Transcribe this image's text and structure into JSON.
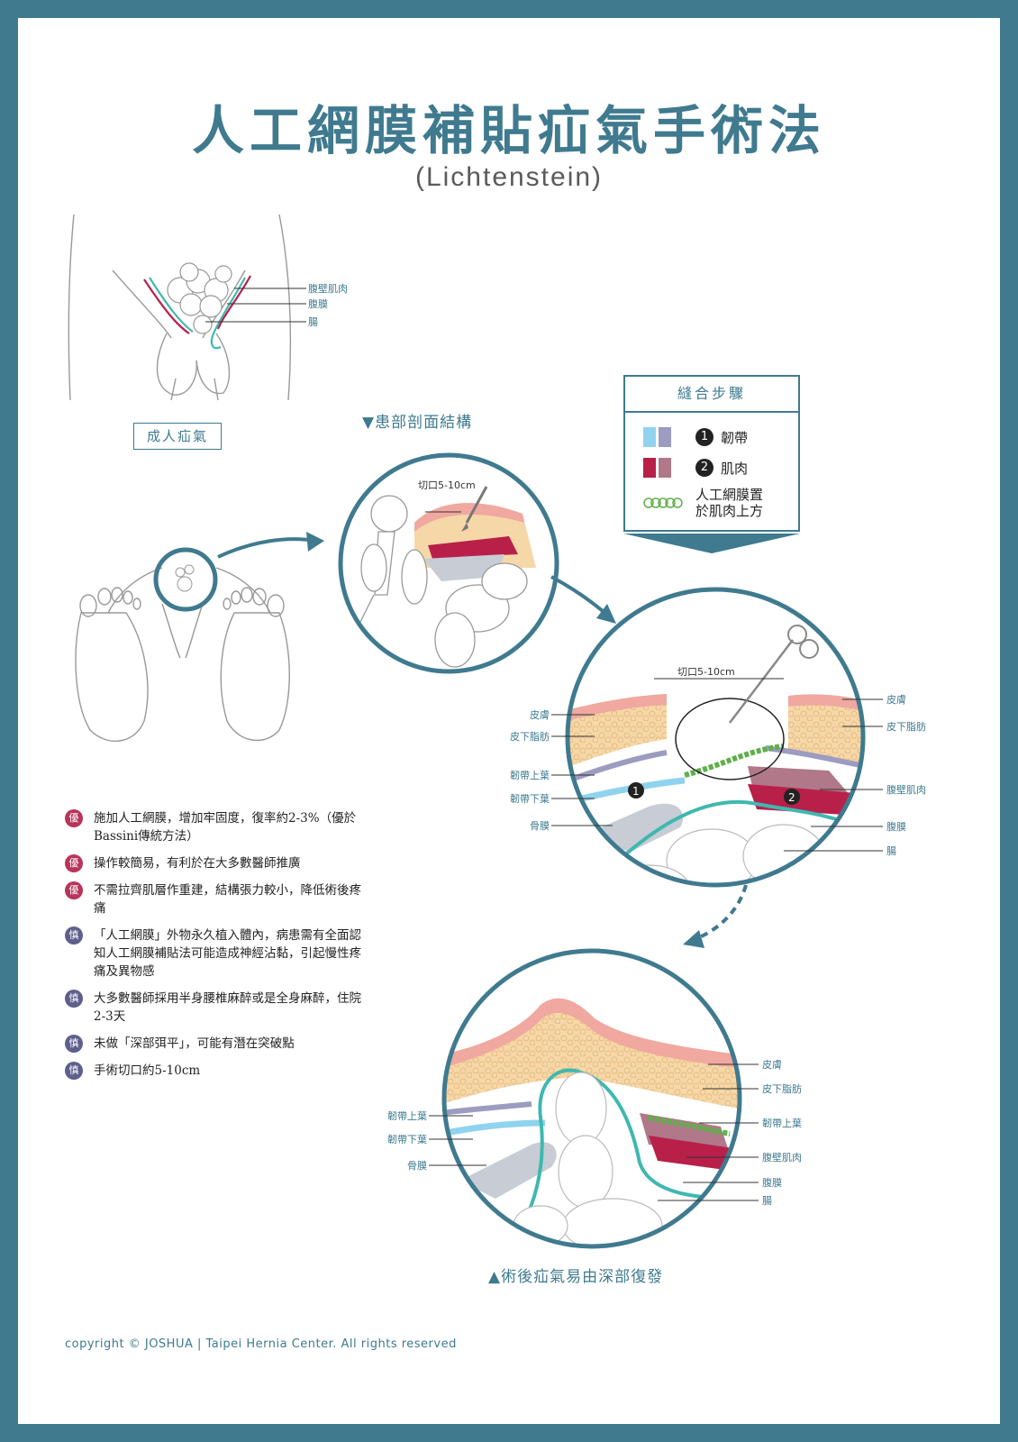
{
  "title": "人工網膜補貼疝氣手術法",
  "subtitle": "(Lichtenstein)",
  "adult": {
    "caption": "成人疝氣",
    "labels": [
      "腹壁肌肉",
      "腹膜",
      "腸"
    ]
  },
  "section_caption": "▼患部剖面結構",
  "incision_label": "切口5-10cm",
  "legend": {
    "title": "縫合步驟",
    "items": [
      {
        "num": "1",
        "label": "韌帶",
        "colors": [
          "#8fd3ee",
          "#9c9cc0"
        ]
      },
      {
        "num": "2",
        "label": "肌肉",
        "colors": [
          "#b8204a",
          "#b07888"
        ]
      },
      {
        "label_line1": "人工網膜置",
        "label_line2": "於肌肉上方",
        "color": "#5fb04a"
      }
    ]
  },
  "middle_view": {
    "incision": "切口5-10cm",
    "left_labels": [
      "皮膚",
      "皮下脂肪",
      "韌帶上葉",
      "韌帶下葉",
      "骨膜"
    ],
    "right_labels": [
      "皮膚",
      "皮下脂肪",
      "腹壁肌肉",
      "腹膜",
      "腸"
    ]
  },
  "bottom_view": {
    "left_labels": [
      "韌帶上葉",
      "韌帶下葉",
      "骨膜"
    ],
    "right_labels": [
      "皮膚",
      "皮下脂肪",
      "韌帶上葉",
      "腹壁肌肉",
      "腹膜",
      "腸"
    ],
    "caption": "▲術後疝氣易由深部復發"
  },
  "points": [
    {
      "tag": "優",
      "type": "good",
      "text": "施加人工網膜，增加牢固度，復率約2-3%（優於Bassini傳統方法）"
    },
    {
      "tag": "優",
      "type": "good",
      "text": "操作較簡易，有利於在大多數醫師推廣"
    },
    {
      "tag": "優",
      "type": "good",
      "text": "不需拉齊肌層作重建，結構張力較小，降低術後疼痛"
    },
    {
      "tag": "慎",
      "type": "care",
      "text": "「人工網膜」外物永久植入體內，病患需有全面認知人工網膜補貼法可能造成神經沾黏，引起慢性疼痛及異物感"
    },
    {
      "tag": "慎",
      "type": "care",
      "text": "大多數醫師採用半身腰椎麻醉或是全身麻醉，住院2-3天"
    },
    {
      "tag": "慎",
      "type": "care",
      "text": "未做「深部弭平」，可能有潛在突破點"
    },
    {
      "tag": "慎",
      "type": "care",
      "text": "手術切口約5-10cm"
    }
  ],
  "copyright": "copyright © JOSHUA | Taipei Hernia Center. All rights reserved",
  "colors": {
    "brand": "#3f7a8f",
    "skin": "#f0a8a0",
    "fat": "#f6d8a8",
    "muscle": "#b8204a",
    "ligament_upper": "#9c9cc0",
    "ligament_lower": "#8fd3ee",
    "peritoneum": "#3fb8b0",
    "mesh": "#5fb04a"
  }
}
